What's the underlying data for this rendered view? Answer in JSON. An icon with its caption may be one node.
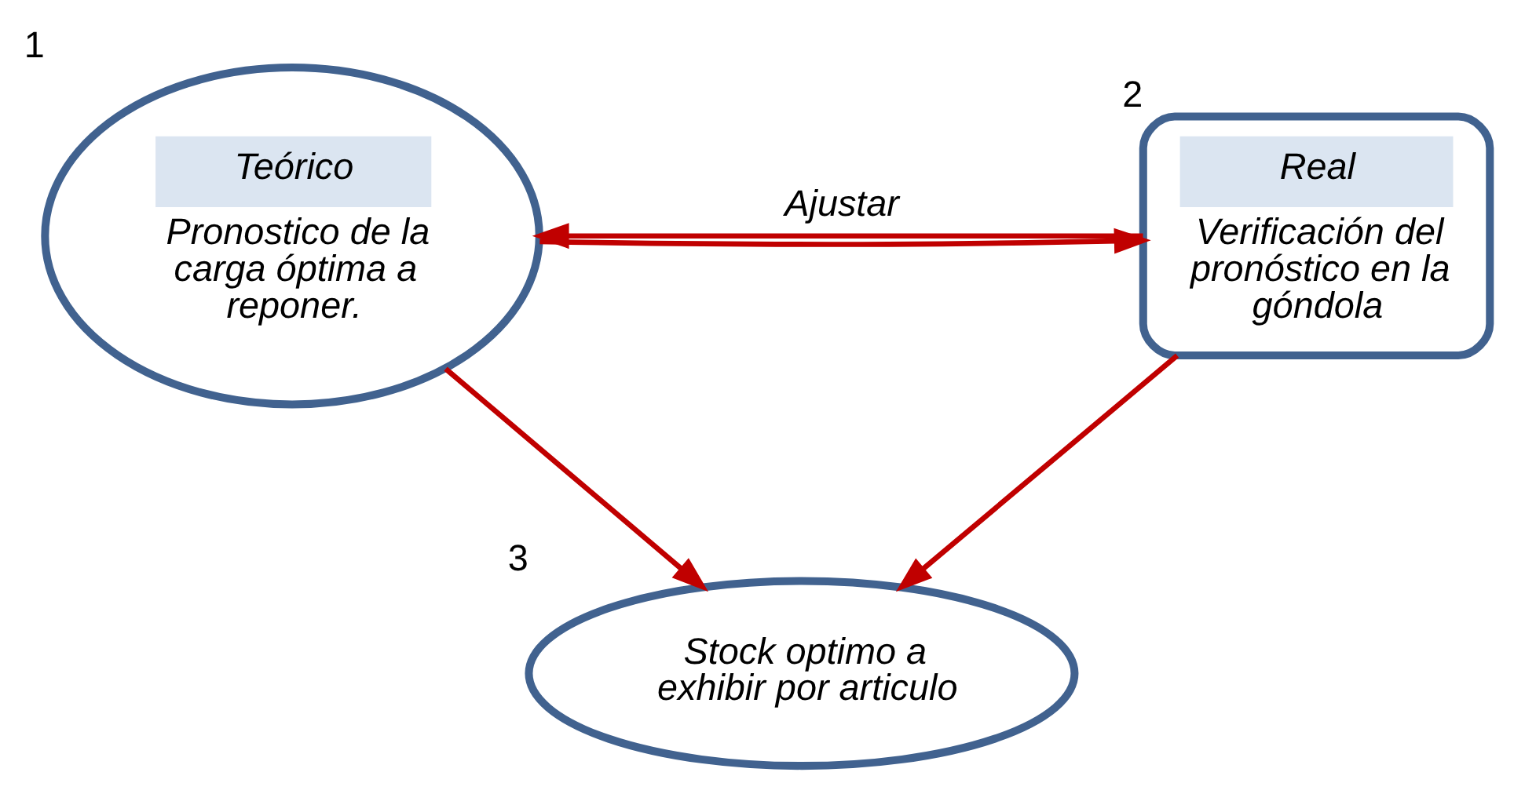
{
  "diagram": {
    "nodes": [
      {
        "text": [
          "Teórico",
          "Pronostico de la carga óptima a reponer."
        ],
        "beside": [
          "1"
        ]
      },
      {
        "text": [
          "Real",
          "Verificación del pronóstico en la góndola"
        ],
        "beside": [
          "2"
        ]
      },
      {
        "text": [
          "Stock optimo a exhibir por articulo"
        ],
        "beside": [
          "3"
        ]
      }
    ],
    "edges": [
      {
        "from": 0,
        "to": 1,
        "arrow": "to"
      },
      {
        "from": 1,
        "to": 0,
        "arrow": "to",
        "label": "Ajustar"
      },
      {
        "from": 0,
        "to": 2,
        "arrow": "to"
      },
      {
        "from": 1,
        "to": 2,
        "arrow": "to"
      }
    ]
  }
}
